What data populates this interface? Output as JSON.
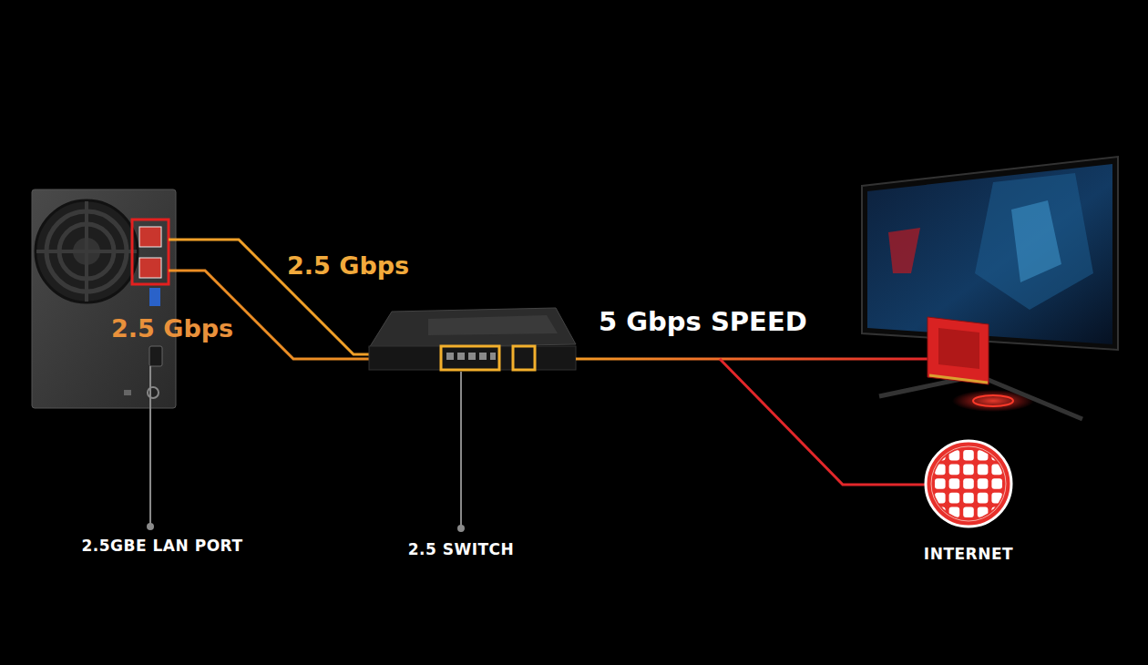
{
  "diagram": {
    "nodes": [
      {
        "text": [
          "INTERNET"
        ]
      }
    ],
    "labels": [
      "2.5 Gbps",
      "2.5 Gbps",
      "5 Gbps SPEED",
      "2.5GBE LAN PORT",
      "2.5 SWITCH"
    ]
  }
}
